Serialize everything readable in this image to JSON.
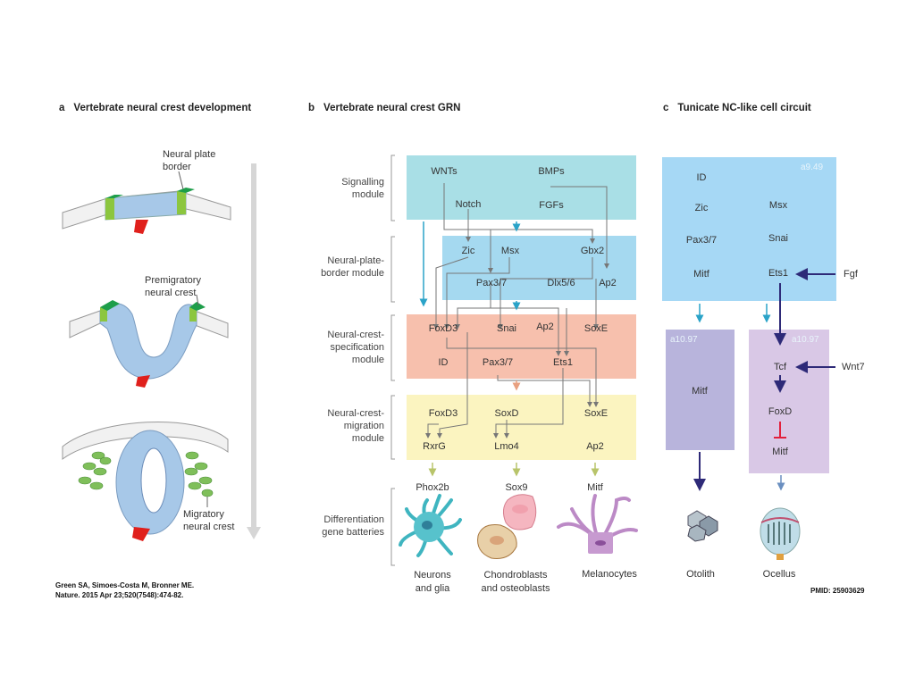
{
  "panel_a": {
    "letter": "a",
    "title": "Vertebrate neural crest development",
    "labels": {
      "neural_plate_border": [
        "Neural plate",
        "border"
      ],
      "premigratory": [
        "Premigratory",
        "neural crest"
      ],
      "migratory": [
        "Migratory",
        "neural crest"
      ]
    },
    "citation": [
      "Green SA, Simoes-Costa M, Bronner ME.",
      "Nature. 2015 Apr 23;520(7548):474-82."
    ]
  },
  "panel_b": {
    "letter": "b",
    "title": "Vertebrate neural crest GRN",
    "modules": [
      {
        "label": [
          "Signalling",
          "module"
        ],
        "color": "#a9dfe6",
        "genes": [
          "WNTs",
          "BMPs",
          "Notch",
          "FGFs"
        ]
      },
      {
        "label": [
          "Neural-plate-",
          "border module"
        ],
        "color": "#a5d9f0",
        "genes": [
          "Zic",
          "Msx",
          "Gbx2",
          "Pax3/7",
          "Dlx5/6",
          "Ap2"
        ]
      },
      {
        "label": [
          "Neural-crest-",
          "specification",
          "module"
        ],
        "color": "#f7c0ad",
        "genes": [
          "FoxD3",
          "Snai",
          "Ap2",
          "SoxE",
          "ID",
          "Pax3/7",
          "Ets1"
        ]
      },
      {
        "label": [
          "Neural-crest-",
          "migration",
          "module"
        ],
        "color": "#fbf4c0",
        "genes": [
          "FoxD3",
          "SoxD",
          "SoxE",
          "RxrG",
          "Lmo4",
          "Ap2"
        ]
      },
      {
        "label": [
          "Differentiation",
          "gene batteries"
        ],
        "color": "#ffffff",
        "genes": [
          "Phox2b",
          "Sox9",
          "Mitf"
        ]
      }
    ],
    "cell_types": [
      [
        "Neurons",
        "and glia"
      ],
      [
        "Chondroblasts",
        "and osteoblasts"
      ],
      [
        "Melanocytes"
      ]
    ]
  },
  "panel_c": {
    "letter": "c",
    "title": "Tunicate NC-like cell circuit",
    "top_box": {
      "tag": "a9.49",
      "color": "#a6d8f5",
      "genes_left": [
        "ID",
        "Zic",
        "Pax3/7",
        "Mitf"
      ],
      "genes_right": [
        "Msx",
        "Snai",
        "Ets1"
      ]
    },
    "inputs": {
      "fgf": "Fgf",
      "wnt7": "Wnt7"
    },
    "left_box": {
      "tag": "a10.97",
      "color": "#b8b4dc",
      "genes": [
        "Mitf"
      ]
    },
    "right_box": {
      "tag": "a10.97",
      "color": "#d9c8e6",
      "genes": [
        "Tcf",
        "FoxD",
        "Mitf"
      ]
    },
    "outcomes": [
      "Otolith",
      "Ocellus"
    ],
    "pmid": "PMID: 25903629"
  }
}
